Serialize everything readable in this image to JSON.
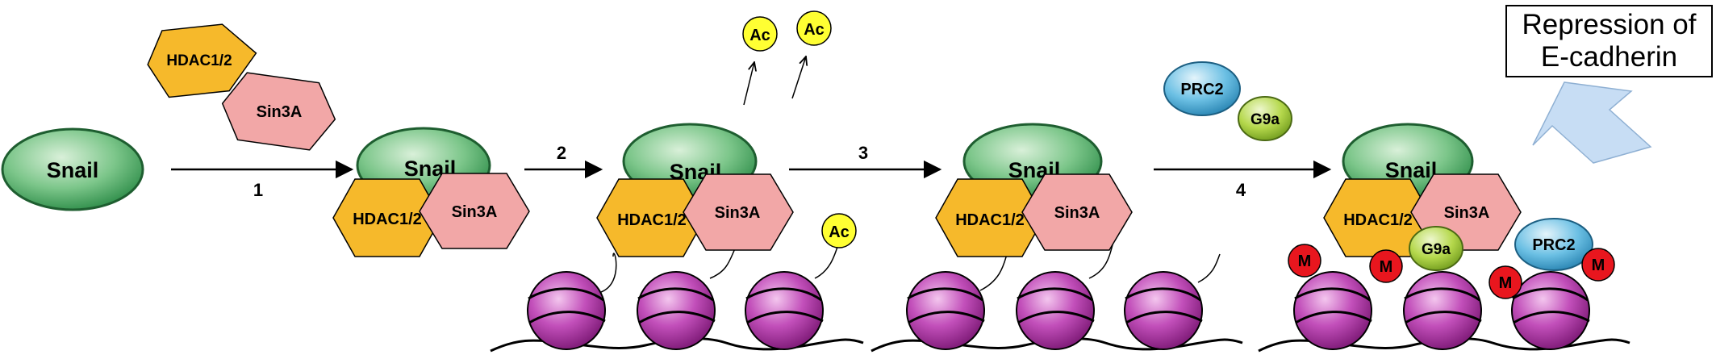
{
  "labels": {
    "snail": "Snail",
    "hdac": "HDAC1/2",
    "sin3a": "Sin3A",
    "ac": "Ac",
    "prc2": "PRC2",
    "g9a": "G9a",
    "m": "M"
  },
  "steps": [
    "1",
    "2",
    "3",
    "4"
  ],
  "result": {
    "line1": "Repression of",
    "line2": "E-cadherin"
  },
  "colors": {
    "snail": "#3fae5e",
    "hdac": "#f6b92b",
    "sin3a": "#f2a7a7",
    "ac": "#ffff33",
    "prc2": "#3fa6d6",
    "g9a": "#a4cc36",
    "m": "#e8161e",
    "nucleosome": "#a3299c",
    "arrow_block": "#c7ddf4"
  }
}
